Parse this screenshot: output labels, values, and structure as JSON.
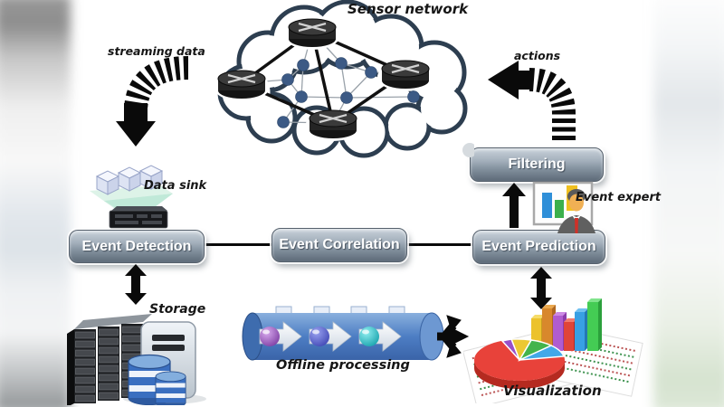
{
  "diagram": {
    "background": "#ffffff",
    "nodes": {
      "filtering": {
        "label": "Filtering"
      },
      "event_detection": {
        "label": "Event Detection"
      },
      "event_correlation": {
        "label": "Event Correlation"
      },
      "event_prediction": {
        "label": "Event Prediction"
      }
    },
    "annotations": {
      "sensor_network": "Sensor network",
      "streaming_data": "streaming data",
      "actions": "actions",
      "data_sink": "Data sink",
      "event_expert": "Event expert",
      "storage": "Storage",
      "offline_processing": "Offline processing",
      "visualization": "Visualization"
    },
    "icons": [
      {
        "name": "sensor-network-cloud-icon",
        "desc": "cloud containing four routers linked by a mesh of sensor nodes"
      },
      {
        "name": "streaming-data-arrow-icon",
        "desc": "striped curved arrow pointing down"
      },
      {
        "name": "actions-arrow-icon",
        "desc": "striped curved arrow pointing left"
      },
      {
        "name": "data-sink-icon",
        "desc": "cubes funneled into a collector device"
      },
      {
        "name": "event-expert-icon",
        "desc": "analyst in front of a bar-chart whiteboard"
      },
      {
        "name": "storage-icon",
        "desc": "server racks, tower server and database cylinders"
      },
      {
        "name": "offline-processing-icon",
        "desc": "blue pipeline cylinder with process arrows"
      },
      {
        "name": "visualization-icon",
        "desc": "3D pie chart and bar chart over report sheets"
      },
      {
        "name": "up-arrow-icon",
        "desc": "black arrow from Event Prediction to Filtering"
      },
      {
        "name": "double-arrow-icon",
        "desc": "black two-headed vertical arrow"
      }
    ],
    "colors": {
      "node_box_top": "#c9d2da",
      "node_box_bottom": "#5d6a78",
      "node_text": "#ffffff",
      "cloud_outline": "#2d3e50",
      "sensor_dot": "#3c5a85",
      "pipeline_blue": "#4a7cc2",
      "arrow_black": "#0a0a0a",
      "pie_red": "#e8423a"
    }
  }
}
